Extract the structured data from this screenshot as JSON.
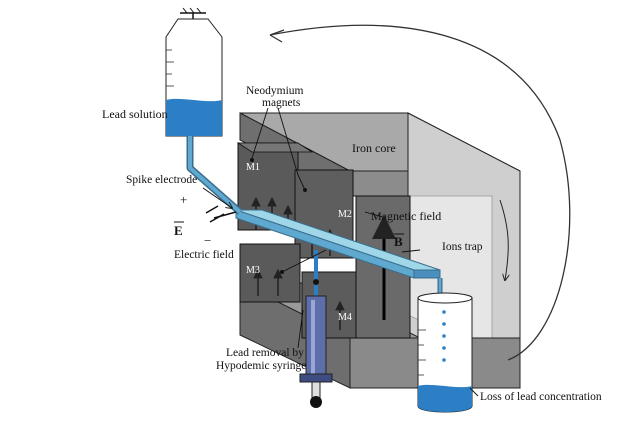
{
  "labels": {
    "lead_solution": "Lead solution",
    "neodymium": "Neodymium",
    "magnets": "magnets",
    "iron_core": "Iron core",
    "spike_electrode": "Spike electrode",
    "plus": "+",
    "minus": "−",
    "e_vector": "E",
    "electric_field": "Electric field",
    "magnetic_field": "Magnetic field",
    "b_vector": "B",
    "ions_trap": "Ions trap",
    "m1": "M1",
    "m2": "M2",
    "m3": "M3",
    "m4": "M4",
    "lead_removal_1": "Lead removal by",
    "lead_removal_2": "Hypodemic syringe",
    "loss": "Loss of lead concentration"
  },
  "colors": {
    "liquid": "#2c7fc4",
    "liquid_light": "#8fd0e8",
    "iron_dark": "#6e6e6e",
    "iron_mid": "#8c8c8c",
    "iron_light": "#c4c4c4",
    "magnet": "#5d5d5d",
    "syringe": "#5e6ea8"
  },
  "icons": [
    "clamp-icon",
    "battery-icon",
    "flow-arrow-icon"
  ]
}
